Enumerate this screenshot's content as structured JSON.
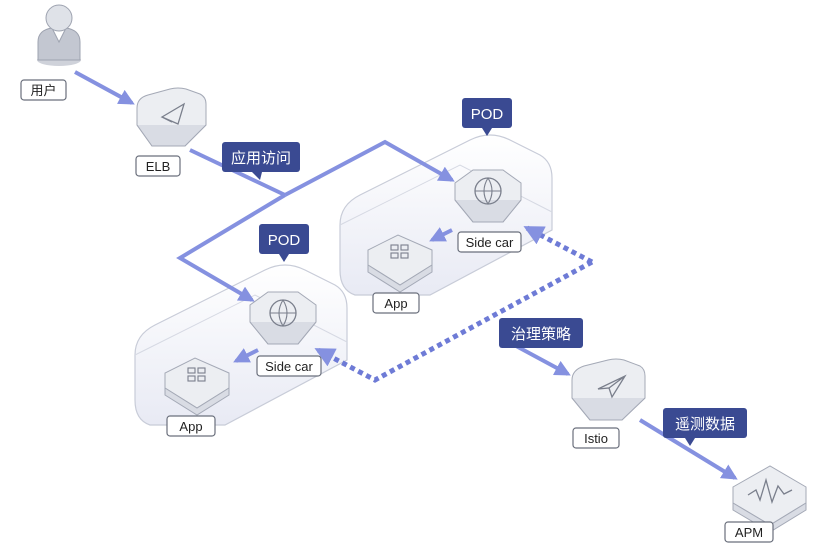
{
  "user_label": "用户",
  "elb_label": "ELB",
  "access_tag": "应用访问",
  "pod_a": {
    "tag": "POD",
    "sidecar_label": "Side car",
    "app_label": "App"
  },
  "pod_b": {
    "tag": "POD",
    "sidecar_label": "Side car",
    "app_label": "App"
  },
  "policy_tag": "治理策略",
  "istio_label": "Istio",
  "telemetry_tag": "遥测数据",
  "apm_label": "APM",
  "colors": {
    "tag_bg": "#3a4a92",
    "flow": "#8591e0",
    "dashed": "#6e7bd6",
    "device_top": "#f3f4f6",
    "device_side": "#d9dce4"
  }
}
